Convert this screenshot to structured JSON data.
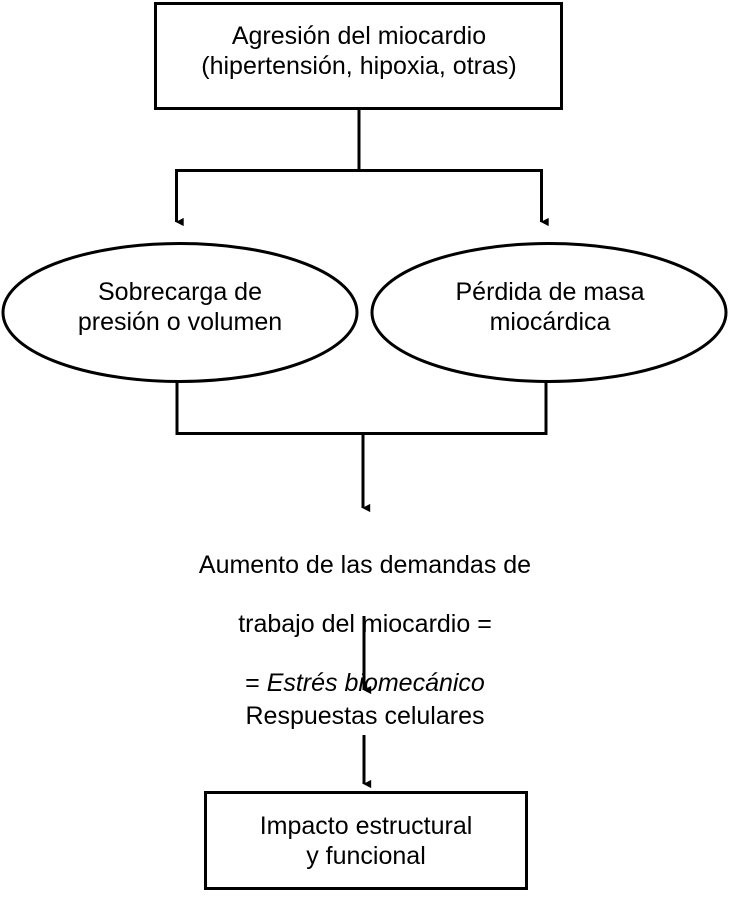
{
  "diagram": {
    "title": "Cascada de la agresion del miocardio",
    "language": "es",
    "type": "flowchart",
    "colors": {
      "background": "#ffffff",
      "stroke": "#000000",
      "text": "#000000"
    },
    "nodes": [
      {
        "id": "node-aggression",
        "shape": "rectangle",
        "lines": [
          "Agresión del miocardio",
          "(hipertensión, hipoxia, otras)"
        ],
        "text": "Agresión del miocardio\n(hipertensión, hipoxia, otras)"
      },
      {
        "id": "node-overload",
        "shape": "ellipse",
        "lines": [
          "Sobrecarga de",
          "presión o volumen"
        ],
        "text": "Sobrecarga de\npresión o volumen"
      },
      {
        "id": "node-mass-loss",
        "shape": "ellipse",
        "lines": [
          "Pérdida de masa",
          "miocárdica"
        ],
        "text": "Pérdida de masa\nmiocárdica"
      },
      {
        "id": "node-demand",
        "shape": "plain-text",
        "line1": "Aumento de las demandas de",
        "line2": "trabajo del miocardio =",
        "line3_prefix": "= ",
        "line3_italic": "Estrés biomecánico",
        "text": "Aumento de las demandas de\ntrabajo del miocardio =\n= Estrés biomecánico"
      },
      {
        "id": "node-cell-response",
        "shape": "plain-text",
        "lines": [
          "Respuestas celulares"
        ],
        "text": "Respuestas celulares"
      },
      {
        "id": "node-impact",
        "shape": "rectangle",
        "lines": [
          "Impacto estructural",
          "y funcional"
        ],
        "text": "Impacto estructural\ny funcional"
      }
    ],
    "connectors": [
      {
        "id": "connector-split",
        "from": "node-aggression",
        "to": [
          "node-overload",
          "node-mass-loss"
        ],
        "style": "fork-down-arrow"
      },
      {
        "id": "connector-merge",
        "from": [
          "node-overload",
          "node-mass-loss"
        ],
        "to": "node-demand",
        "style": "merge-down-arrow"
      },
      {
        "id": "connector-demand-response",
        "from": "node-demand",
        "to": "node-cell-response",
        "style": "straight-down-arrow"
      },
      {
        "id": "connector-response-impact",
        "from": "node-cell-response",
        "to": "node-impact",
        "style": "straight-down-arrow"
      }
    ]
  }
}
